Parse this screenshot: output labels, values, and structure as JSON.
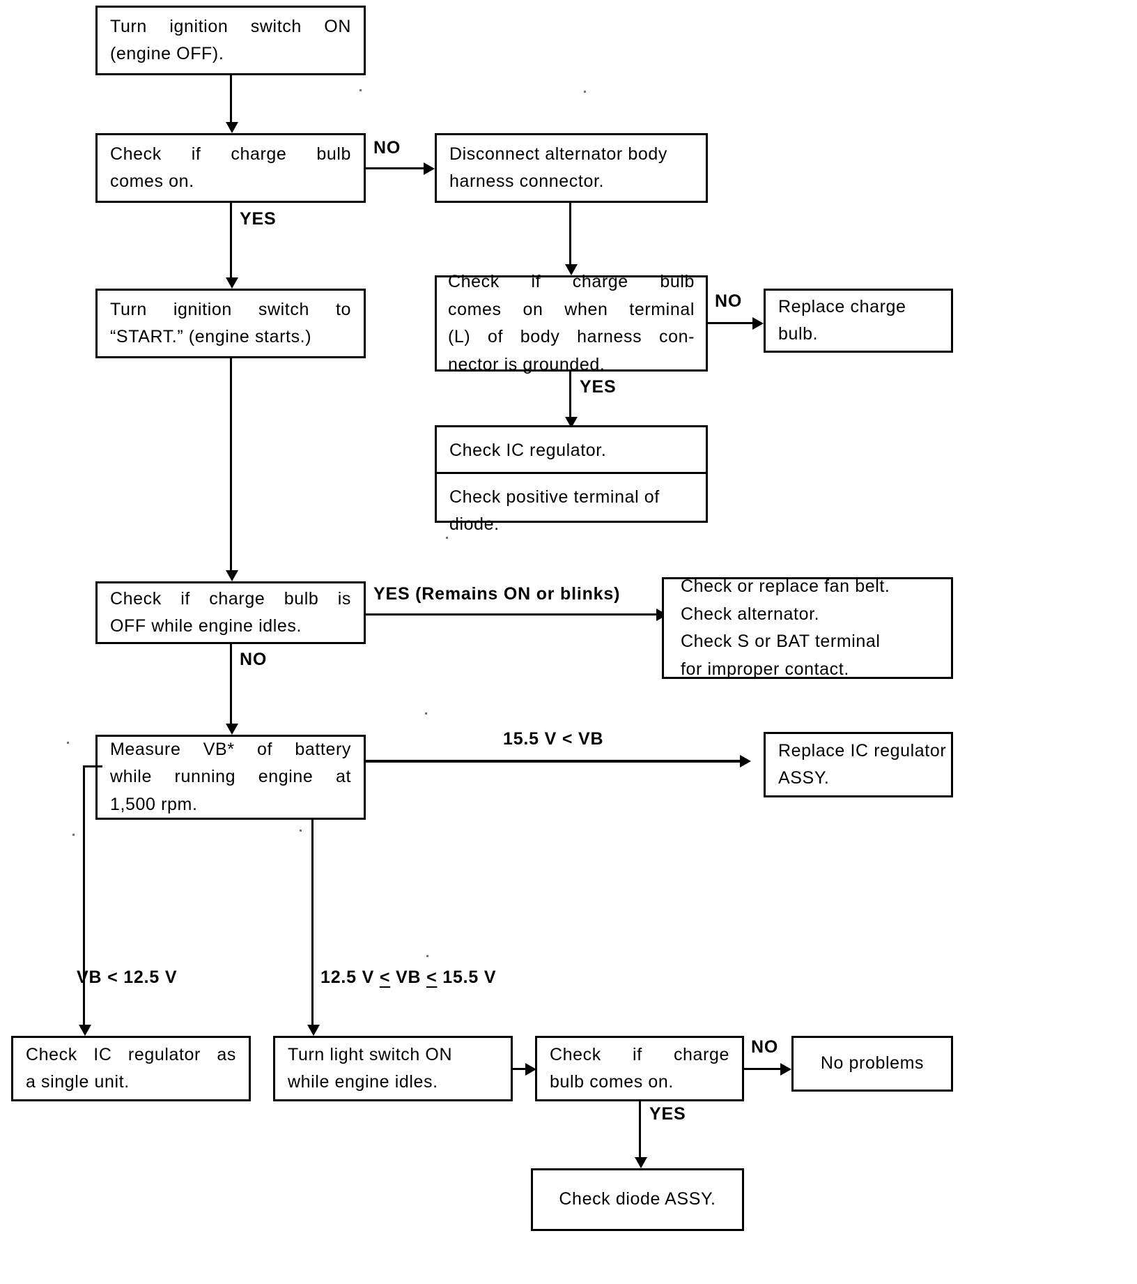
{
  "diagram": {
    "title": "Charging system troubleshooting flowchart",
    "type": "flowchart",
    "ink_color": "#000000",
    "background_color": "#ffffff"
  },
  "nodes": {
    "ignition_on": {
      "id": "ignition-on",
      "lines": [
        "Turn ignition switch ON",
        "(engine OFF)."
      ]
    },
    "check_bulb_on": {
      "id": "check-bulb-comes-on",
      "lines": [
        "Check if charge bulb",
        "comes on."
      ]
    },
    "disconnect_connector": {
      "id": "disconnect-alternator-connector",
      "lines": [
        "Disconnect alternator body",
        "harness connector."
      ]
    },
    "ignition_start": {
      "id": "ignition-start",
      "lines": [
        "Turn ignition switch to",
        "“START.” (engine starts.)"
      ]
    },
    "check_terminal_grounded": {
      "id": "check-terminal-l-grounded",
      "lines": [
        "Check if charge bulb",
        "comes on when terminal",
        "(L) of body harness con-",
        "nector is grounded."
      ]
    },
    "replace_bulb": {
      "id": "replace-charge-bulb",
      "lines": [
        "Replace charge",
        "bulb."
      ]
    },
    "check_ic_regulator": {
      "id": "check-ic-regulator",
      "lines": [
        "Check IC regulator."
      ]
    },
    "check_diode_terminal": {
      "id": "check-positive-terminal-of-diode",
      "lines": [
        "Check positive terminal of",
        "diode."
      ]
    },
    "check_bulb_off_idle": {
      "id": "check-bulb-off-while-idling",
      "lines": [
        "Check if charge bulb is",
        "OFF while engine idles."
      ]
    },
    "check_fan_belt": {
      "id": "check-fan-belt-alternator",
      "lines": [
        "Check or replace fan belt.",
        "Check alternator.",
        "Check S or BAT terminal",
        "for improper contact."
      ]
    },
    "measure_vb": {
      "id": "measure-vb-at-1500-rpm",
      "lines": [
        "Measure VB* of battery",
        "while running engine at",
        "1,500 rpm."
      ]
    },
    "replace_ic_regulator_assy": {
      "id": "replace-ic-regulator-assy",
      "lines": [
        "Replace IC regulator",
        "ASSY."
      ]
    },
    "check_ic_single_unit": {
      "id": "check-ic-regulator-single-unit",
      "lines": [
        "Check IC regulator as",
        "a single unit."
      ]
    },
    "turn_light_switch": {
      "id": "turn-light-switch-on",
      "lines": [
        "Turn light switch ON",
        "while engine idles."
      ]
    },
    "check_bulb_on_2": {
      "id": "check-bulb-comes-on-2",
      "lines": [
        "Check if charge",
        "bulb comes on."
      ]
    },
    "no_problems": {
      "id": "no-problems",
      "lines": [
        "No problems"
      ]
    },
    "check_diode_assy": {
      "id": "check-diode-assy",
      "lines": [
        "Check diode ASSY."
      ]
    }
  },
  "edge_labels": {
    "no_1": "NO",
    "yes_1": "YES",
    "no_2": "NO",
    "yes_2": "YES",
    "yes_remains_on": "YES (Remains ON or blinks)",
    "no_3": "NO",
    "vb_high": "15.5 V < VB",
    "vb_low": "VB < 12.5 V",
    "vb_mid_a": "12.5 V",
    "vb_mid_le1": "<",
    "vb_mid_b": "VB",
    "vb_mid_le2": "<",
    "vb_mid_c": "15.5 V",
    "no_4": "NO",
    "yes_3": "YES"
  }
}
